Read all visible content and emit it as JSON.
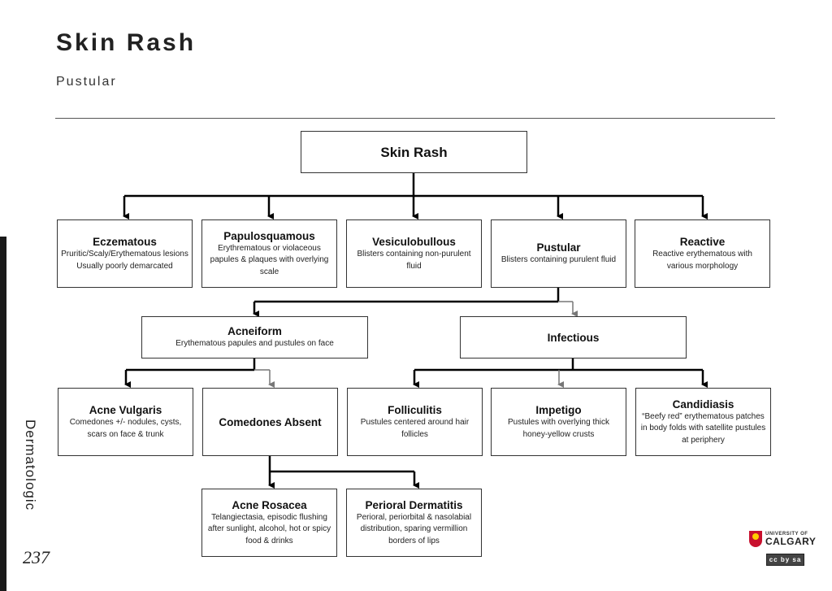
{
  "header": {
    "title": "Skin Rash",
    "subtitle": "Pustular"
  },
  "sidebar": {
    "section_label": "Dermatologic",
    "page_number": "237"
  },
  "diagram": {
    "root": {
      "name": "Skin Rash"
    },
    "level1": [
      {
        "name": "Eczematous",
        "desc": "Pruritic/Scaly/Erythematous lesions Usually poorly demarcated"
      },
      {
        "name": "Papulosquamous",
        "desc": "Erythrematous or violaceous papules & plaques with overlying scale"
      },
      {
        "name": "Vesiculobullous",
        "desc": "Blisters containing non-purulent fluid"
      },
      {
        "name": "Pustular",
        "desc": "Blisters containing purulent fluid"
      },
      {
        "name": "Reactive",
        "desc": "Reactive erythematous with various morphology"
      }
    ],
    "acneiform": {
      "name": "Acneiform",
      "desc": "Erythematous papules and pustules on face"
    },
    "infectious": {
      "name": "Infectious"
    },
    "acne_vulgaris": {
      "name": "Acne Vulgaris",
      "desc": "Comedones +/- nodules, cysts, scars on face & trunk"
    },
    "comedones_absent": {
      "name": "Comedones Absent"
    },
    "folliculitis": {
      "name": "Folliculitis",
      "desc": "Pustules centered around hair follicles"
    },
    "impetigo": {
      "name": "Impetigo",
      "desc": "Pustules with overlying thick honey-yellow crusts"
    },
    "candidiasis": {
      "name": "Candidiasis",
      "desc": "“Beefy red” erythematous patches in body folds with satellite pustules at periphery"
    },
    "acne_rosacea": {
      "name": "Acne Rosacea",
      "desc": "Telangiectasia, episodic flushing after sunlight, alcohol, hot or spicy food & drinks"
    },
    "perioral_dermatitis": {
      "name": "Perioral Dermatitis",
      "desc": "Perioral, periorbital & nasolabial distribution, sparing vermillion borders of lips"
    }
  },
  "branding": {
    "logo_small": "UNIVERSITY OF",
    "logo_big": "CALGARY",
    "license_badge": "cc by sa",
    "logo_icon": "university-shield-icon",
    "brand_color": "#c8102e",
    "accent_color": "#ffcd00"
  }
}
